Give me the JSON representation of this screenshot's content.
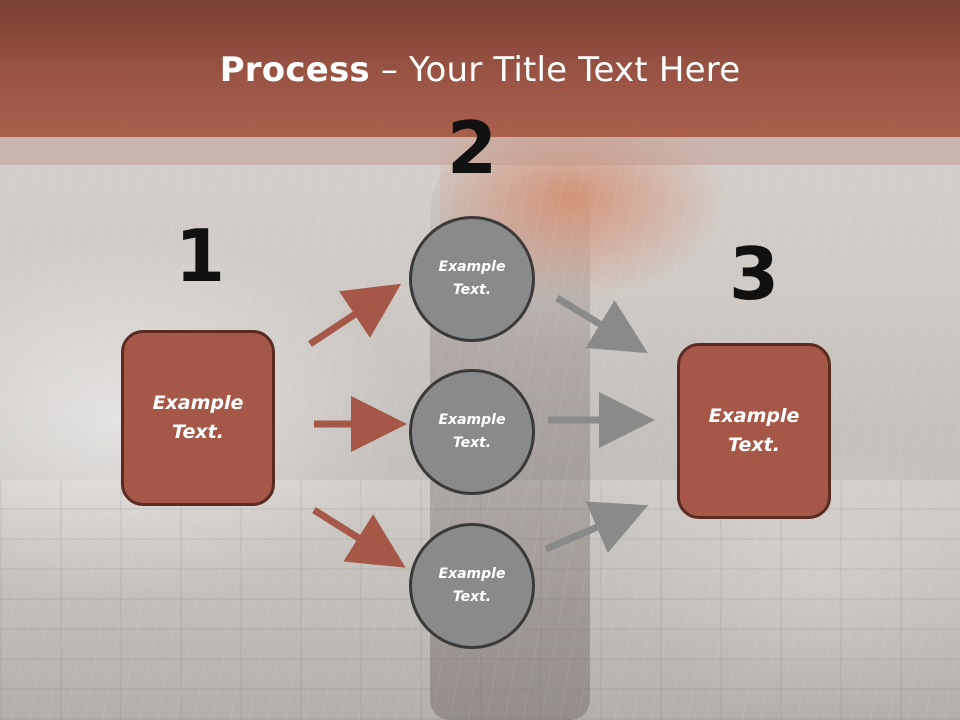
{
  "slide": {
    "title_bold": "Process",
    "title_rest": " – Your Title Text Here"
  },
  "steps": {
    "one": "1",
    "two": "2",
    "three": "3"
  },
  "boxes": {
    "left": "Example\nText.",
    "right": "Example\nText."
  },
  "circles": {
    "top": "Example\nText.",
    "middle": "Example\nText.",
    "bottom": "Example\nText."
  },
  "colors": {
    "header": "#9a5444",
    "box_fill": "#a55848",
    "box_border": "#5b2a20",
    "circle_fill": "#8a8a8a",
    "circle_border": "#3a3a3a",
    "arrow_brown": "#a55848",
    "arrow_gray": "#8a8a8a"
  }
}
